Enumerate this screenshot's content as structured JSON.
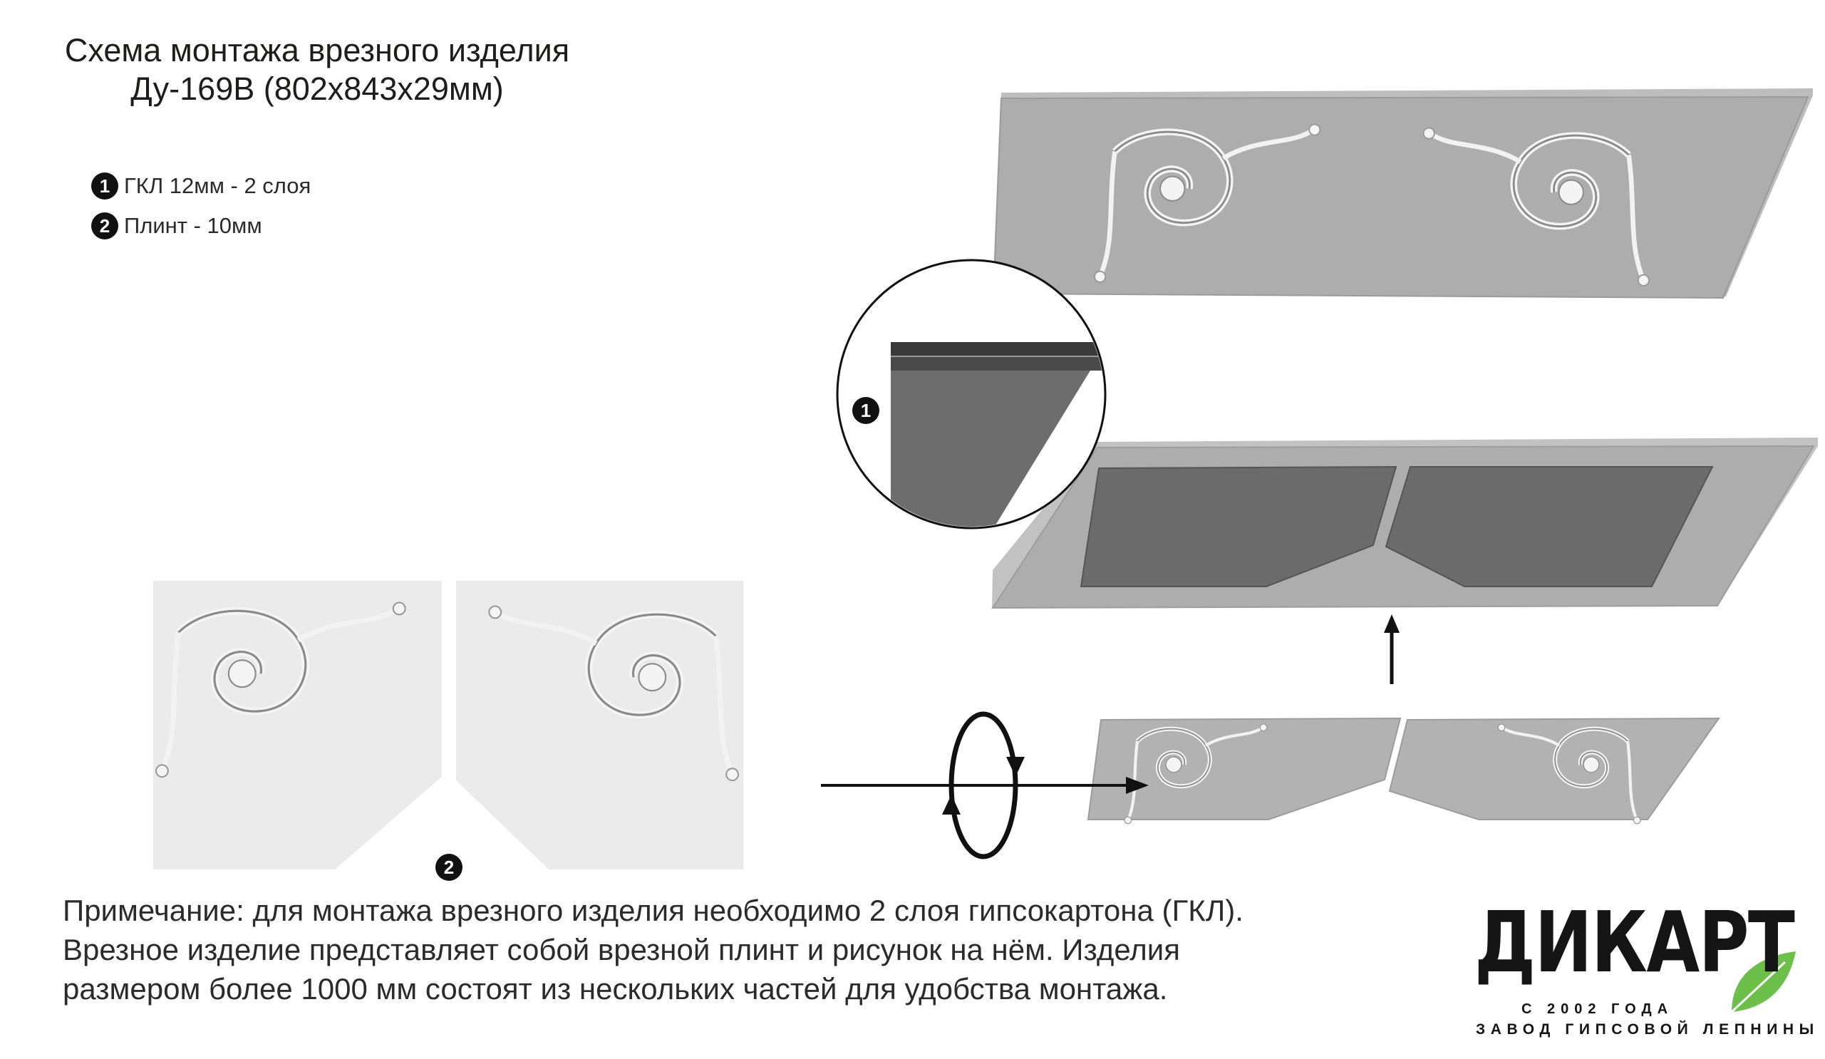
{
  "title": {
    "line1": "Схема монтажа врезного изделия",
    "line2": "Ду-169В (802х843х29мм)"
  },
  "legend": [
    {
      "num": "1",
      "label": "ГКЛ 12мм - 2 слоя"
    },
    {
      "num": "2",
      "label": "Плинт - 10мм"
    }
  ],
  "markers": {
    "detail": "1",
    "pieces": "2"
  },
  "note": {
    "line1": "Примечание: для монтажа врезного изделия необходимо 2 слоя гипсокартона (ГКЛ).",
    "line2": "Врезное изделие представляет собой врезной плинт и рисунок на нём. Изделия",
    "line3": "размером более 1000 мм состоят из нескольких частей для удобства монтажа."
  },
  "logo": {
    "name": "ДИКАРТ",
    "since": "С 2002 ГОДА",
    "subtitle": "ЗАВОД ГИПСОВОЙ ЛЕПНИНЫ"
  },
  "colors": {
    "panel": "#adadad",
    "recess": "#6b6b6b",
    "ornament": "#e8e8e8",
    "pieces": "#ebebeb",
    "leaf": "#6cc04a"
  }
}
